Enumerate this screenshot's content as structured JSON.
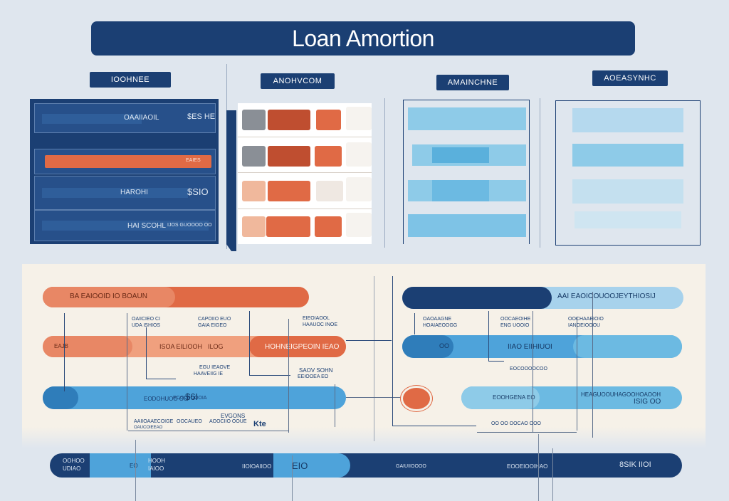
{
  "title": "Loan Amortion",
  "columns": [
    {
      "header": "IOOHNEE"
    },
    {
      "header": "ANOHVCOM"
    },
    {
      "header": "AMAINCHNE"
    },
    {
      "header": "AOEASYNHC"
    }
  ],
  "panel1": {
    "rows": [
      {
        "left": "OAAIIAOIL",
        "right": "$ES HE"
      },
      {
        "left": "",
        "right": "EAIES"
      },
      {
        "left": "HAROHI",
        "right": "$SIO"
      },
      {
        "left": "HAI SCOHL",
        "right": "IJOS GUOOOO OO"
      }
    ]
  },
  "timeline": {
    "bar1_label": "BA EAIOOID IO BOAUN",
    "bar2_left": "EAJB",
    "bar2_mid": "ISOA EILIOOH",
    "bar2_mid_small": "ILOG",
    "bar2_tag": "HOHNEIGPEOIN IEAO",
    "bar3_mid": "$6I",
    "note_a1": "OAIICIEO CI",
    "note_a2": "UDA ISHIOS",
    "note_b1": "CAPOIIO EUO",
    "note_b2": "GAIA EIGEO",
    "note_c1": "EIEOIAOOL",
    "note_c2": "HAAUOC INOE",
    "note_d1": "EGU IEAOVE",
    "note_d2": "HAAVEIIG IE",
    "note_e1": "EODOHUOO OO",
    "note_e2": "ECOI OOOOIA",
    "note_f": "SAOV SOHN",
    "note_f2": "EEIOOEA EO",
    "note_g1": "AAIIOAAECOIGE",
    "note_g2": "OAUCOIEEAO",
    "note_h1": "OOCAUEO",
    "note_h2": "AOOCIIO OOUE",
    "note_i": "EVGONS",
    "note_j": "Kte",
    "right_bar1": "AAI EAOIOOUOOJEYTHIOSIJ",
    "right_bar2": "IIAO EIIHIUOI",
    "right_bar2_left": "OO",
    "right_bar3": "HEAGUOOUHAGOOHOAOOH",
    "right_bar3_b": "ISIG OO",
    "right_bar3_left": "EOOHGENA EO",
    "right_note1": "OAOAAGNE",
    "right_note2": "HOAIAEOOGG",
    "right_note3": "OOCAEOIHE",
    "right_note4": "ENG UOOIO",
    "right_note5": "OOCHAAEIOIO",
    "right_note6": "IANOEIOOOU",
    "right_note7": "OO  OO OOCAO OOO",
    "right_note8": "EOCOOOOCOO"
  },
  "bottom": {
    "a1": "OOHOO",
    "a2": "UDIAO",
    "b": "EO",
    "c1": "HOOH",
    "c2": "IAIOO",
    "d": "IIOIOAIIOO",
    "e": "EIO",
    "f": "GAIUIIOOOO",
    "g": "EOOEIOOIHAO",
    "h": "8SIK IIOI"
  },
  "colors": {
    "navy": "#1b3f73",
    "orange": "#e06a45",
    "light_blue": "#6fb5de",
    "mid_blue": "#3a8cc8"
  }
}
